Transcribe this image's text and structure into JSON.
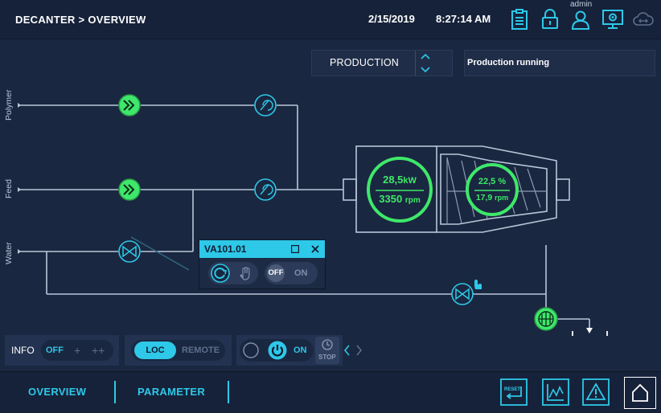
{
  "header": {
    "breadcrumb": "DECANTER > OVERVIEW",
    "date": "2/15/2019",
    "time": "8:27:14 AM",
    "user": "admin",
    "icons": [
      "clipboard-icon",
      "lock-icon",
      "user-icon",
      "settings-monitor-icon",
      "cloud-sync-icon"
    ]
  },
  "mode": {
    "label": "PRODUCTION",
    "status": "Production running"
  },
  "lines": {
    "polymer": "Polymer",
    "feed": "Feed",
    "water": "Water"
  },
  "decanter": {
    "power": "28,5",
    "power_unit": "kW",
    "bowl_speed": "3350",
    "bowl_speed_unit": "rpm",
    "diff_percent": "22,5 %",
    "diff_speed": "17,9",
    "diff_speed_unit": "rpm"
  },
  "valve_popup": {
    "title": "VA101.01",
    "off_label": "OFF",
    "on_label": "ON"
  },
  "controls": {
    "info_label": "INFO",
    "info_off": "OFF",
    "info_plus": "+",
    "info_plusplus": "++",
    "loc_label": "LOC",
    "remote_label": "REMOTE",
    "on_label": "ON",
    "stop_label": "STOP"
  },
  "footer": {
    "tab_overview": "OVERVIEW",
    "tab_parameter": "PARAMETER",
    "reset_label": "RESET"
  },
  "colors": {
    "accent": "#2ec8e8",
    "running_green": "#3ee86a",
    "background": "#1a2740",
    "line": "#b9c6d8"
  }
}
